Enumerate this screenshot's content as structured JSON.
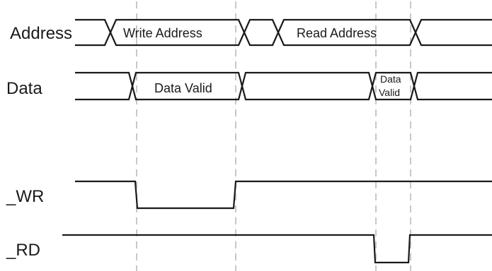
{
  "signals": {
    "address": "Address",
    "data": "Data",
    "wr": "_WR",
    "rd": "_RD"
  },
  "bus_values": {
    "write_address": "Write Address",
    "read_address": "Read Address",
    "data_valid": "Data Valid",
    "data_valid_short_line1": "Data",
    "data_valid_short_line2": "Valid"
  }
}
